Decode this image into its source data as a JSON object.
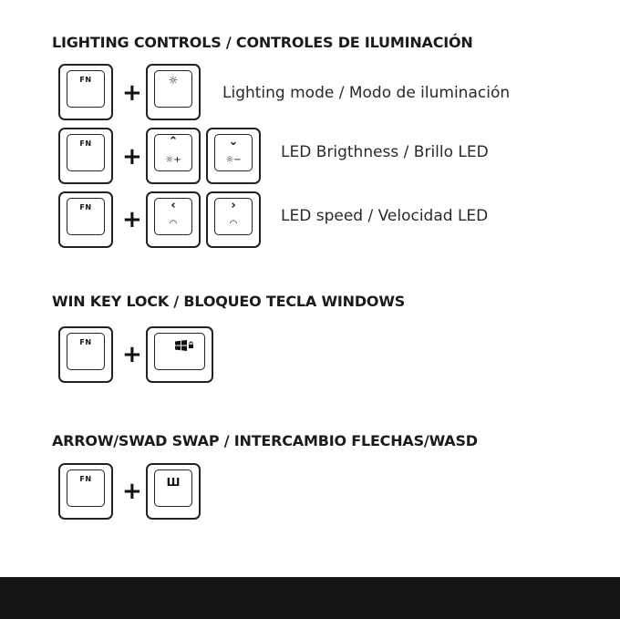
{
  "sections": {
    "lighting": {
      "title": "LIGHTING CONTROLS / CONTROLES DE ILUMINACIÓN",
      "rows": [
        {
          "description": "Lighting mode / Modo de iluminación"
        },
        {
          "description": "LED Brigthness / Brillo LED"
        },
        {
          "description": "LED speed / Velocidad LED"
        }
      ]
    },
    "winlock": {
      "title": "WIN KEY LOCK / BLOQUEO TECLA WINDOWS"
    },
    "arrow_swap": {
      "title": "ARROW/SWAD SWAP / INTERCAMBIO FLECHAS/WASD"
    }
  },
  "keys": {
    "fn": "FN",
    "plus": "+",
    "lighting_mode": "☼",
    "brightness_up": {
      "symbol": "⌃",
      "sub": "☼+"
    },
    "brightness_down": {
      "symbol": "⌄",
      "sub": "☼−"
    },
    "speed_left": {
      "symbol": "‹",
      "sub": "◠"
    },
    "speed_right": {
      "symbol": "›",
      "sub": "◠"
    },
    "w": "Ш"
  },
  "icons": {
    "windows_lock": "windows-lock-icon"
  }
}
